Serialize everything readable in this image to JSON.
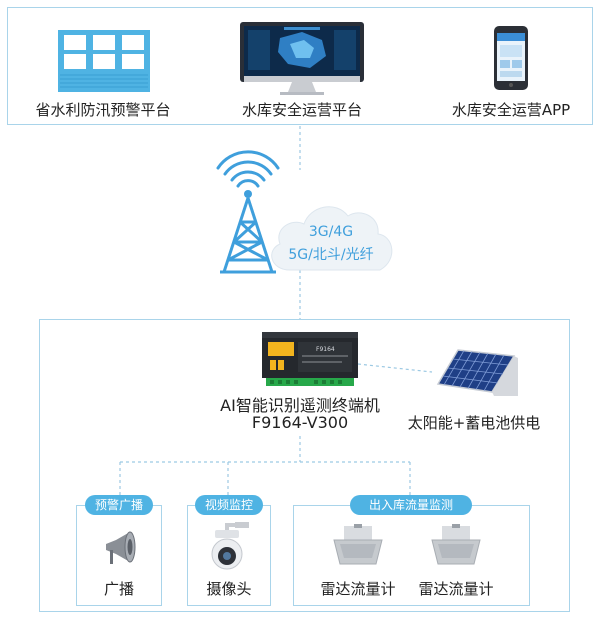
{
  "top_platforms": {
    "flood_platform": "省水利防汛预警平台",
    "safety_platform": "水库安全运营平台",
    "safety_app": "水库安全运营APP"
  },
  "network": {
    "line1": "3G/4G",
    "line2": "5G/北斗/光纤"
  },
  "terminal": {
    "name_line1": "AI智能识别遥测终端机",
    "name_line2": "F9164-V300",
    "device_text": "F9164"
  },
  "power": {
    "label": "太阳能+蓄电池供电"
  },
  "sub_groups": {
    "warning": {
      "tag": "预警广播",
      "device": "广播"
    },
    "video": {
      "tag": "视频监控",
      "device": "摄像头"
    },
    "flow": {
      "tag": "出入库流量监测",
      "device_a": "雷达流量计",
      "device_b": "雷达流量计"
    }
  },
  "colors": {
    "border": "#a9d4ea",
    "accent": "#4fb3e3",
    "tower": "#3f9fdc",
    "cloud": "#eef3f7"
  }
}
